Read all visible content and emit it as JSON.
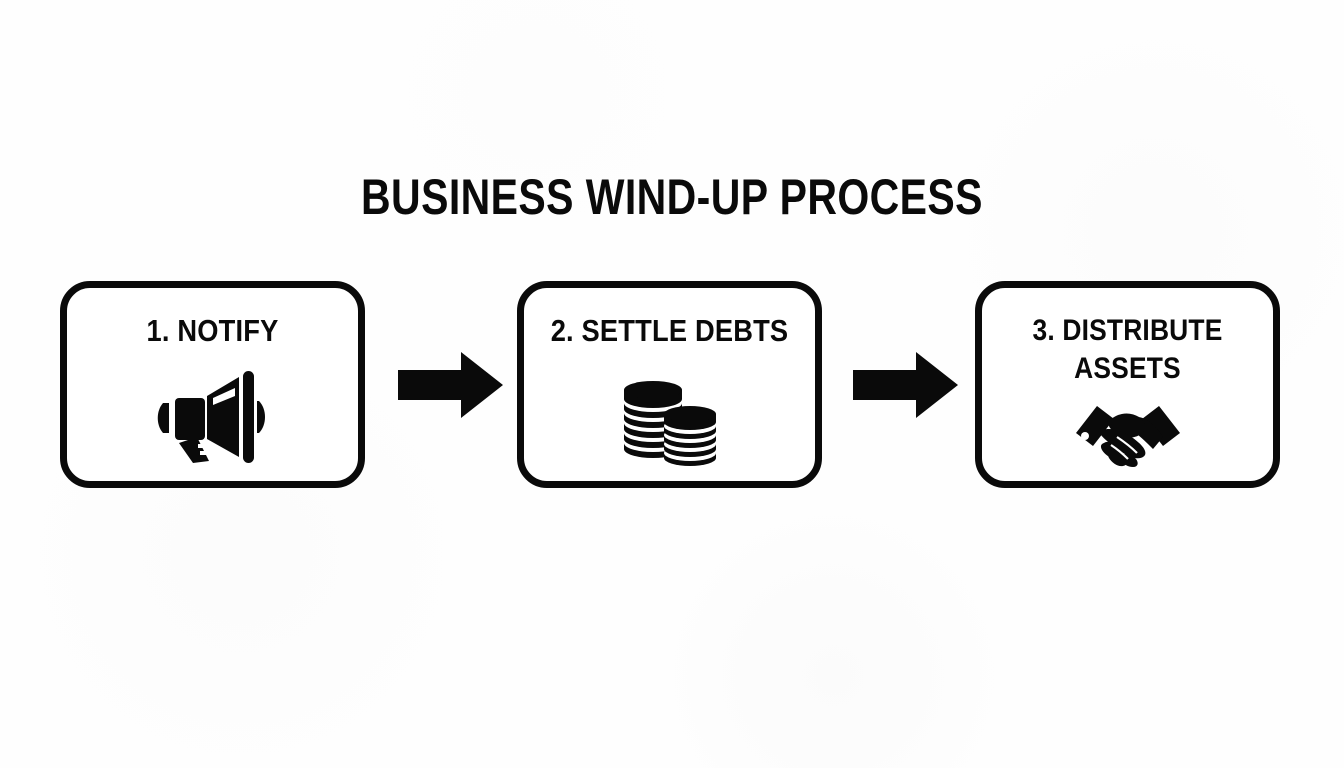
{
  "diagram": {
    "title": "BUSINESS WIND-UP PROCESS",
    "background_color": "#fefefe",
    "ink_color": "#0a0a0a",
    "steps": [
      {
        "number": "1",
        "label": "1. NOTIFY",
        "icon": "megaphone-icon"
      },
      {
        "number": "2",
        "label": "2. SETTLE DEBTS",
        "icon": "coin-stacks-icon"
      },
      {
        "number": "3",
        "label": "3. DISTRIBUTE\nASSETS",
        "icon": "handshake-icon"
      }
    ],
    "connectors": [
      {
        "name": "arrow-1",
        "direction": "right"
      },
      {
        "name": "arrow-2",
        "direction": "right"
      }
    ]
  }
}
